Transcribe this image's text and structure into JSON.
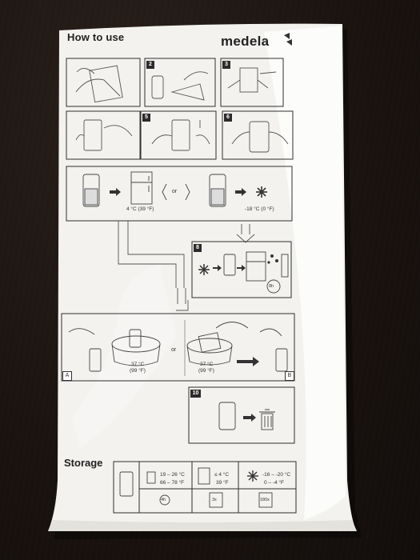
{
  "package": {
    "heading": "How to use",
    "brand": "medela",
    "storage_heading": "Storage"
  },
  "steps": {
    "s2": "2",
    "s3": "3",
    "s5": "5",
    "s6": "6",
    "s8": "8",
    "s10": "10"
  },
  "temperatures": {
    "fridge": "4 °C (39 °F)",
    "or_1": "or",
    "freezer": "-18 °C (0 °F)",
    "thaw_time": "8h",
    "warm_a_c": "37 °C",
    "warm_a_f": "(99 °F)",
    "or_2": "or",
    "warm_b_c": "37 °C",
    "warm_b_f": "(99 °F)",
    "label_a": "A",
    "label_b": "B"
  },
  "storage": {
    "room_c": "19 – 26 °C",
    "room_f": "66 – 78 °F",
    "room_time": "4h",
    "fridge_c": "≤ 4 °C",
    "fridge_f": "39 °F",
    "fridge_days": "3x",
    "freezer_c": "-16 – -20 °C",
    "freezer_f": "0 – -4 °F",
    "freezer_days": "180x"
  }
}
